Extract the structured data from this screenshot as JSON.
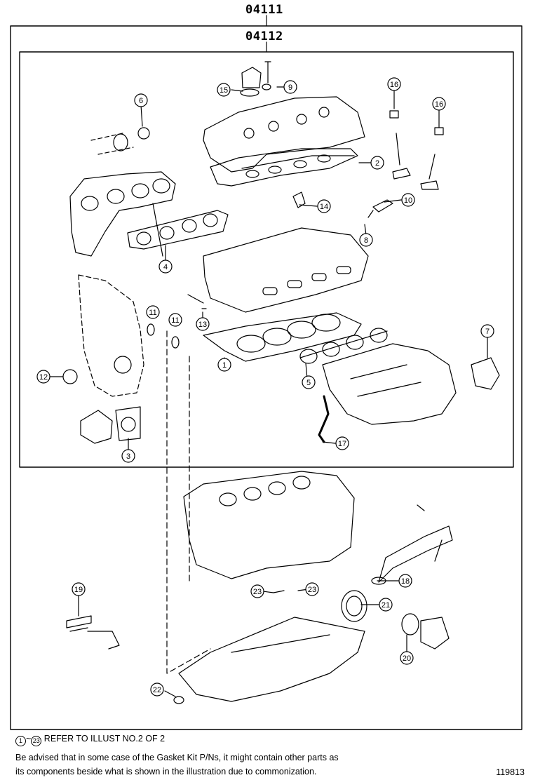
{
  "assembly_codes": {
    "outer": "04111",
    "inner": "04112"
  },
  "callouts": [
    "1",
    "2",
    "3",
    "4",
    "5",
    "6",
    "7",
    "8",
    "9",
    "10",
    "11",
    "12",
    "13",
    "14",
    "15",
    "16",
    "17",
    "18",
    "19",
    "20",
    "21",
    "22",
    "23"
  ],
  "notes": {
    "refer_start": "1",
    "refer_tilde": "~",
    "refer_end": "23",
    "refer_text": "REFER TO ILLUST NO.2 OF 2",
    "advisory_line1": "Be advised that in some case of the Gasket Kit P/Ns,  it might contain other parts as",
    "advisory_line2": "its components beside what is shown in the illustration due to commonization."
  },
  "illustration_id": "119813"
}
